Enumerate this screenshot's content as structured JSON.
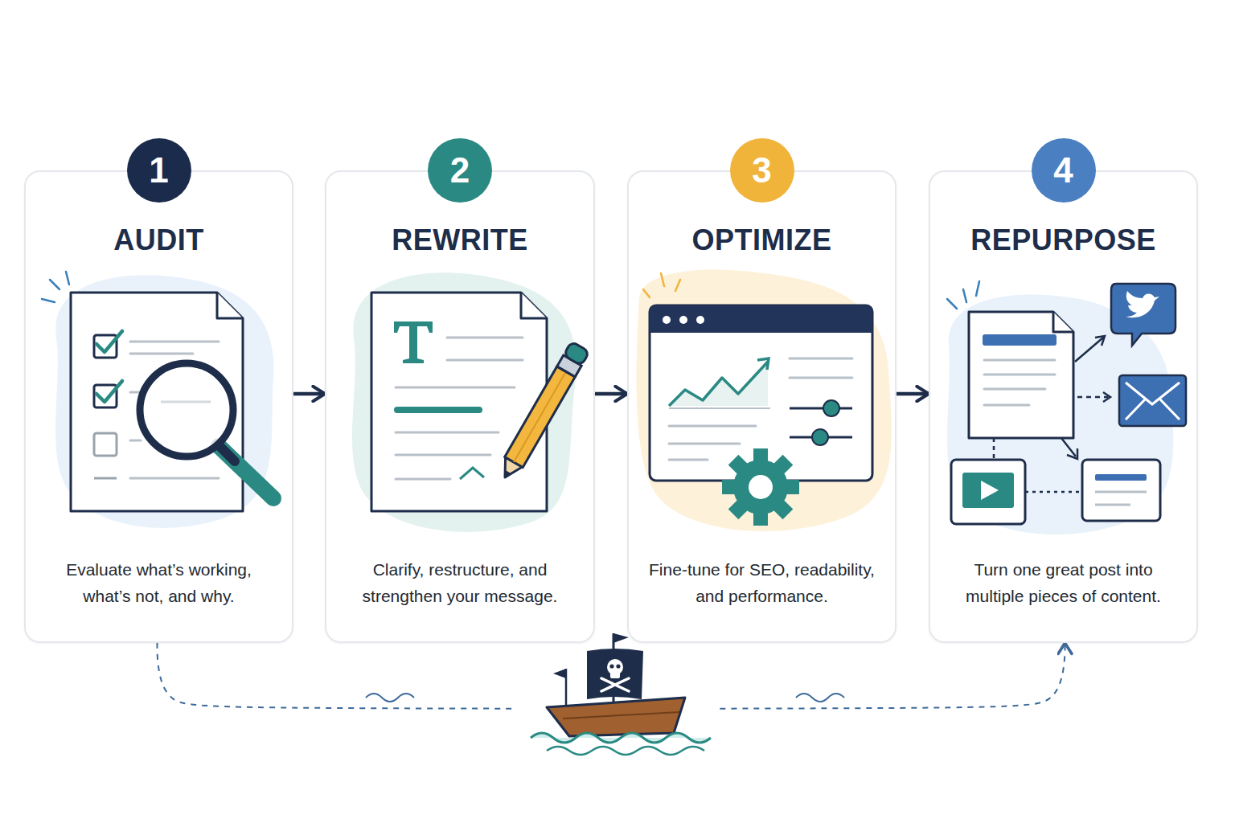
{
  "diagram": {
    "nodes": [
      {
        "text": [
          "1",
          "AUDIT",
          "Evaluate what’s working, what’s not, and why."
        ]
      },
      {
        "text": [
          "2",
          "REWRITE",
          "Clarify, restructure, and strengthen your message."
        ]
      },
      {
        "text": [
          "3",
          "OPTIMIZE",
          "Fine-tune for SEO, readability, and performance."
        ]
      },
      {
        "text": [
          "4",
          "REPURPOSE",
          "Turn one great post into multiple pieces of content."
        ]
      }
    ],
    "edges": [
      {
        "from": 0,
        "to": 1,
        "arrow": "to"
      },
      {
        "from": 1,
        "to": 2,
        "arrow": "to"
      },
      {
        "from": 2,
        "to": 3,
        "arrow": "to"
      },
      {
        "from": 0,
        "to": 3,
        "arrow": "to"
      }
    ]
  }
}
